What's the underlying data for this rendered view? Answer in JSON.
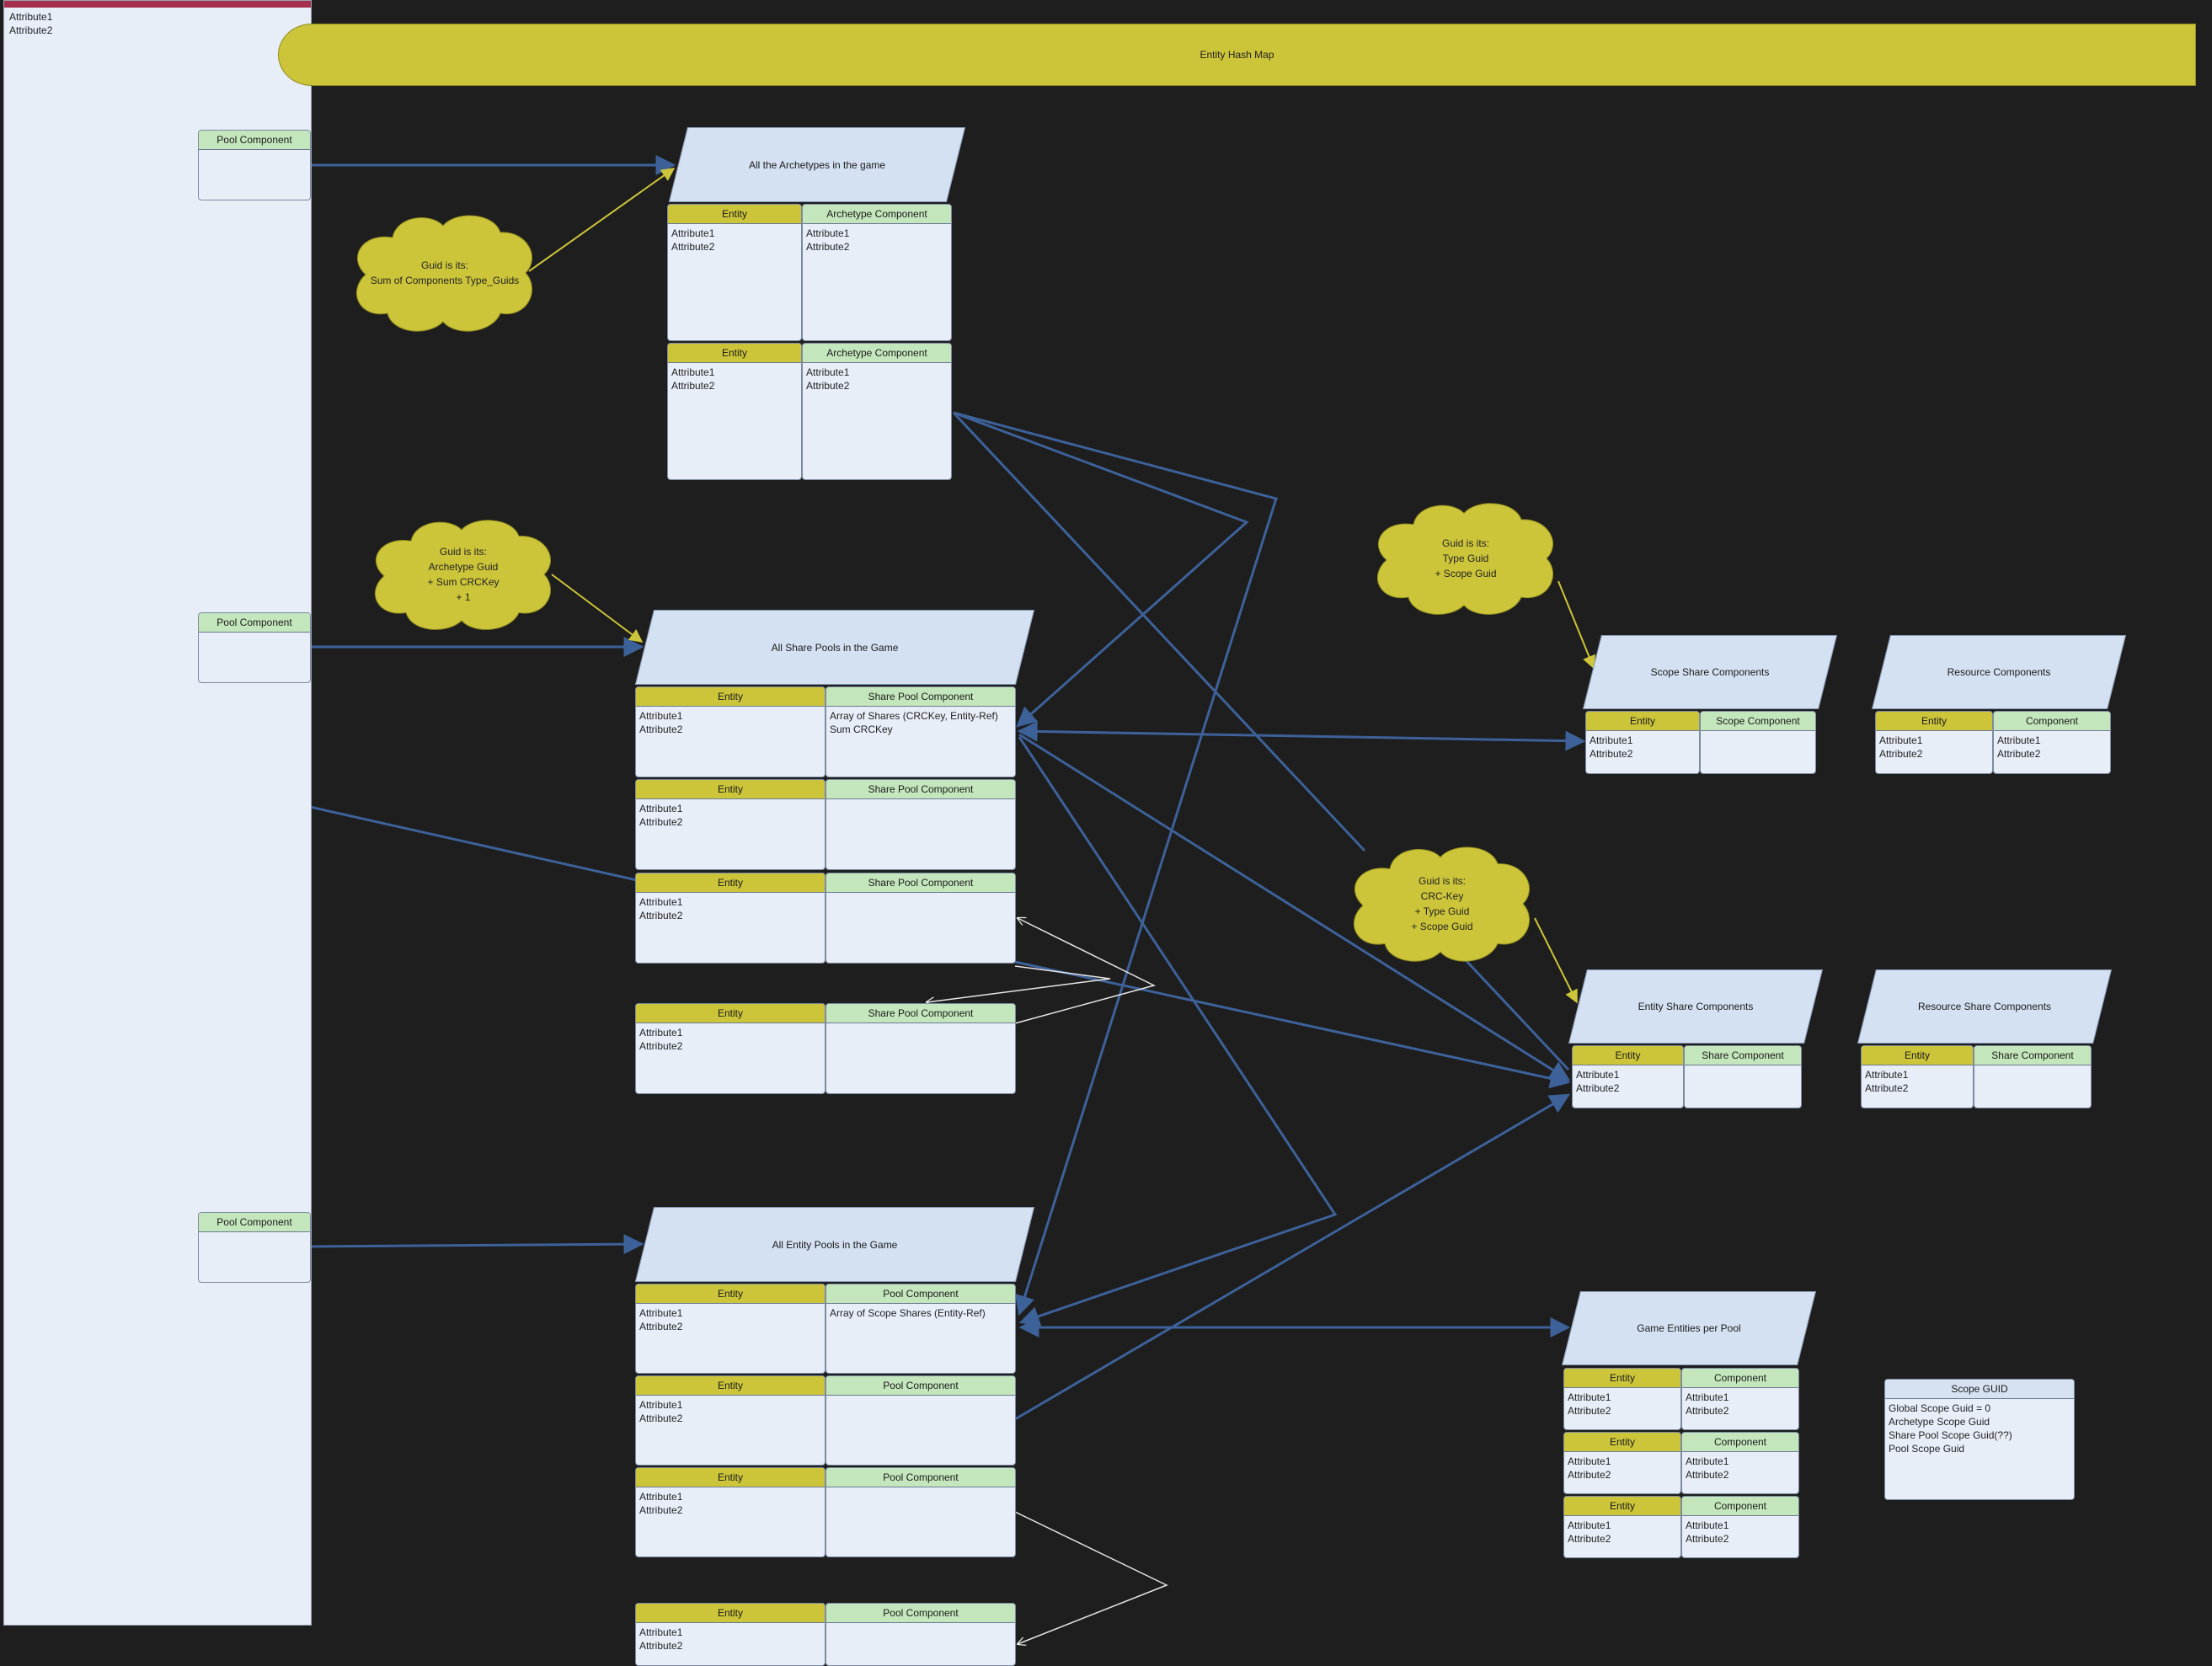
{
  "colors": {
    "background": "#1e1e1e",
    "entity_header": "#ccc53a",
    "component_header": "#c4e6bc",
    "box_fill": "#e8eef8",
    "edge_blue": "#3d6199",
    "edge_yellow": "#ccc53a",
    "edge_white": "#e6e6e6",
    "panel_accent": "#a52f4d"
  },
  "left_panel": {
    "attributes": [
      "Attribute1",
      "Attribute2"
    ]
  },
  "hash_map": {
    "label": "Entity Hash Map"
  },
  "pool_components": [
    {
      "label": "Pool Component"
    },
    {
      "label": "Pool Component"
    },
    {
      "label": "Pool Component"
    }
  ],
  "clouds": [
    {
      "lines": [
        "Guid is its:",
        "Sum of Components Type_Guids"
      ]
    },
    {
      "lines": [
        "Guid is its:",
        "Archetype Guid",
        "+ Sum CRCKey",
        "+ 1"
      ]
    },
    {
      "lines": [
        "Guid is its:",
        "Type Guid",
        "+ Scope Guid"
      ]
    },
    {
      "lines": [
        "Guid is its:",
        "CRC-Key",
        "+ Type Guid",
        "+ Scope Guid"
      ]
    }
  ],
  "collections": {
    "archetypes": "All the Archetypes in the game",
    "share_pools": "All Share Pools in the Game",
    "entity_pools": "All Entity Pools in the Game",
    "scope_share": "Scope Share Components",
    "resource": "Resource Components",
    "entity_share": "Entity Share Components",
    "resource_share": "Resource Share Components",
    "game_entities": "Game Entities per Pool"
  },
  "labels": {
    "entity": "Entity",
    "archetype_component": "Archetype Component",
    "share_pool_component": "Share Pool Component",
    "pool_component": "Pool Component",
    "scope_component": "Scope Component",
    "component": "Component",
    "share_component": "Share Component",
    "attribute1": "Attribute1",
    "attribute2": "Attribute2"
  },
  "share_pool_first_value": [
    "Array of Shares (CRCKey, Entity-Ref)",
    "Sum CRCKey"
  ],
  "entity_pool_first_value": [
    "Array of Scope Shares (Entity-Ref)"
  ],
  "scope_guid": {
    "title": "Scope GUID",
    "lines": [
      "Global Scope Guid = 0",
      "Archetype Scope Guid",
      "Share Pool Scope Guid(??)",
      "Pool Scope Guid"
    ]
  }
}
